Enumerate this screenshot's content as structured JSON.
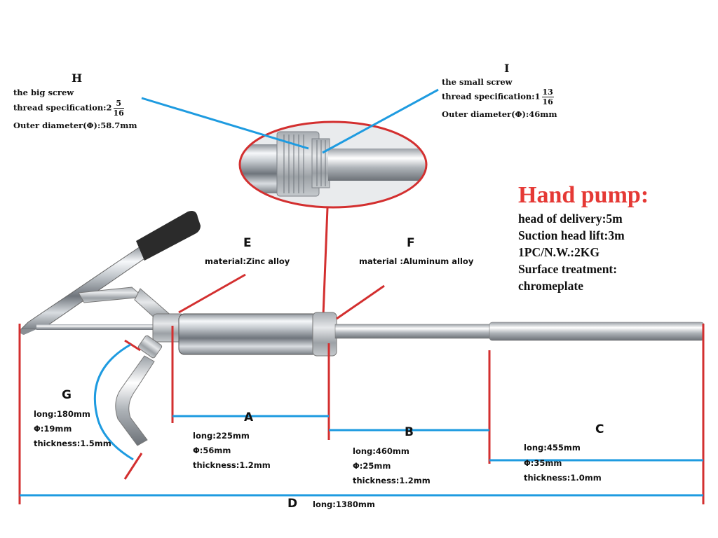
{
  "product": {
    "title": "Hand pump:",
    "specs": [
      "head of delivery:5m",
      "Suction head lift:3m",
      "1PC/N.W.:2KG",
      "Surface treatment:",
      "chromeplate"
    ]
  },
  "screws": {
    "H": {
      "letter": "H",
      "name": "the big screw",
      "thread_prefix": "thread specification:2",
      "thread_num": "5",
      "thread_den": "16",
      "outer": "Outer diameter(Φ):58.7mm"
    },
    "I": {
      "letter": "I",
      "name": "the small screw",
      "thread_prefix": "thread specification:1",
      "thread_num": "13",
      "thread_den": "16",
      "outer": "Outer diameter(Φ):46mm"
    }
  },
  "materials": {
    "E": {
      "letter": "E",
      "text": "material:Zinc alloy"
    },
    "F": {
      "letter": "F",
      "text": "material :Aluminum alloy"
    }
  },
  "parts": {
    "A": {
      "letter": "A",
      "long": "long:225mm",
      "dia": "Φ:56mm",
      "thick": "thickness:1.2mm"
    },
    "B": {
      "letter": "B",
      "long": "long:460mm",
      "dia": "Φ:25mm",
      "thick": "thickness:1.2mm"
    },
    "C": {
      "letter": "C",
      "long": "long:455mm",
      "dia": "Φ:35mm",
      "thick": "thickness:1.0mm"
    },
    "D": {
      "letter": "D",
      "long": "long:1380mm"
    },
    "G": {
      "letter": "G",
      "long": "long:180mm",
      "dia": "Φ:19mm",
      "thick": "thickness:1.5mm"
    }
  },
  "colors": {
    "dimension_blue": "#1e9be0",
    "marker_red": "#d32f2f",
    "title_red": "#e53935",
    "chrome": "#c9cdd2"
  }
}
